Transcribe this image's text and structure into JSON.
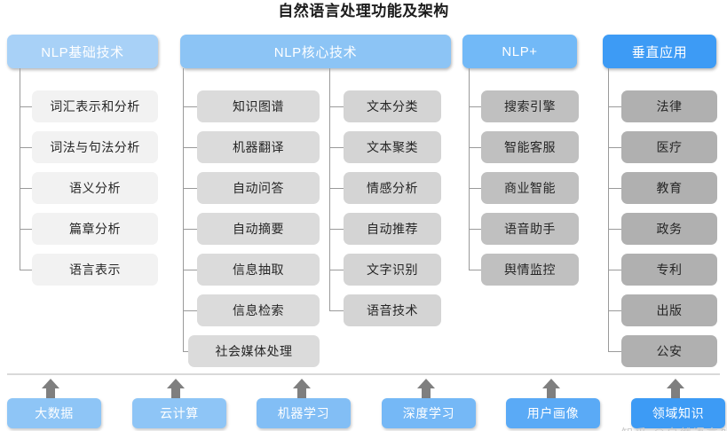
{
  "title": "自然语言处理功能及架构",
  "columns": [
    {
      "id": "nlp-basic",
      "header": "NLP基础技术",
      "header_color": "#a8d1f7",
      "leaf_color": "#f2f2f2",
      "items": [
        "词汇表示和分析",
        "词法与句法分析",
        "语义分析",
        "篇章分析",
        "语言表示"
      ]
    },
    {
      "id": "nlp-core",
      "header": "NLP核心技术",
      "header_color": "#8cc4f5",
      "leaf_color": "#dbdbdb",
      "items_left": [
        "知识图谱",
        "机器翻译",
        "自动问答",
        "自动摘要",
        "信息抽取",
        "信息检索",
        "社会媒体处理"
      ],
      "items_right": [
        "文本分类",
        "文本聚类",
        "情感分析",
        "自动推荐",
        "文字识别",
        "语音技术"
      ]
    },
    {
      "id": "nlp-plus",
      "header": "NLP+",
      "header_color": "#72b9f7",
      "leaf_color": "#c0c0c0",
      "items": [
        "搜索引擎",
        "智能客服",
        "商业智能",
        "语音助手",
        "舆情监控"
      ]
    },
    {
      "id": "vertical-apps",
      "header": "垂直应用",
      "header_color": "#3d9bf5",
      "leaf_color": "#b0b0b0",
      "items": [
        "法律",
        "医疗",
        "教育",
        "政务",
        "专利",
        "出版",
        "公安"
      ]
    }
  ],
  "foundation": {
    "items": [
      {
        "label": "大数据",
        "color": "#8ec5f6"
      },
      {
        "label": "云计算",
        "color": "#8ec5f6"
      },
      {
        "label": "机器学习",
        "color": "#82bef5"
      },
      {
        "label": "深度学习",
        "color": "#75b8f6"
      },
      {
        "label": "用户画像",
        "color": "#5aaaf6"
      },
      {
        "label": "领域知识",
        "color": "#3d9bf5"
      }
    ]
  },
  "watermark": "知乎 @自然语言处理"
}
